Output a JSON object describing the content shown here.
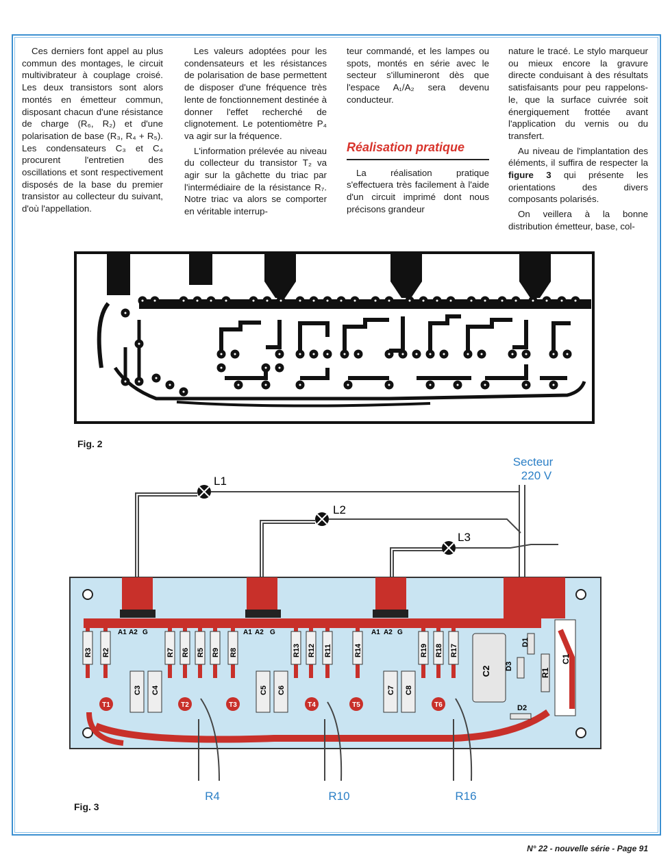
{
  "columns": {
    "col1": [
      "Ces derniers font appel au plus commun des montages, le circuit multivibrateur à couplage croisé. Les deux transistors sont alors montés en émetteur commun, disposant chacun d'une résistance de charge (R₆, R₂) et d'une polarisation de base (R₃, R₄ + R₅). Les condensateurs C₃ et C₄ procurent l'entretien des oscillations et sont respectivement disposés de la base du premier transistor au collecteur du suivant, d'où l'appellation."
    ],
    "col2": [
      "Les valeurs adoptées pour les condensateurs et les résistances de polarisation de base permettent de disposer d'une fréquence très lente de fonctionnement destinée à donner l'effet recherché de clignotement. Le potentiomètre P₄ va agir sur la fréquence.",
      "L'information prélevée au niveau du collecteur du transistor T₂ va agir sur la gâchette du triac par l'intermédiaire de la résistance R₇. Notre triac va alors se comporter en véritable interrup-"
    ],
    "col3_top": "teur commandé, et les lampes ou spots, montés en série avec le secteur s'illumineront dès que l'espace A₁/A₂ sera devenu conducteur.",
    "col3_heading": "Réalisation pratique",
    "col3_bottom": "La réalisation pratique s'effectuera très facilement à l'aide d'un circuit imprimé dont nous précisons grandeur",
    "col4_p1": "nature le tracé. Le stylo marqueur ou mieux encore la gravure directe conduisant à des résultats satisfaisants pour peu rappelons-le, que la surface cuivrée soit énergiquement frottée avant l'application du vernis ou du transfert.",
    "col4_p2_a": "Au niveau de l'implantation des éléments, il suffira de respecter la ",
    "col4_p2_bold": "figure 3",
    "col4_p2_b": " qui présente les orientations des divers composants polarisés.",
    "col4_p3": "On veillera à la bonne distribution émetteur, base, col-"
  },
  "figures": {
    "fig2_label": "Fig. 2",
    "fig3_label": "Fig. 3"
  },
  "fig3": {
    "secteur": "Secteur",
    "voltage": "220 V",
    "lamps": [
      "L1",
      "L2",
      "L3"
    ],
    "pots": [
      "R4",
      "R10",
      "R16"
    ],
    "triac_pins": [
      "A1",
      "A2",
      "G"
    ],
    "resistors_top": [
      "R3",
      "R2",
      "R7",
      "R6",
      "R5",
      "R9",
      "R8",
      "R13",
      "R12",
      "R11",
      "R14",
      "R19",
      "R18",
      "R17"
    ],
    "caps": [
      "C3",
      "C4",
      "C5",
      "C6",
      "C7",
      "C8"
    ],
    "transistors": [
      "T1",
      "T2",
      "T3",
      "T4",
      "T5",
      "T6"
    ],
    "right_parts": [
      "C2",
      "D3",
      "D1",
      "D2",
      "R1",
      "C1"
    ]
  },
  "footer": "N° 22 - nouvelle série - Page 91"
}
